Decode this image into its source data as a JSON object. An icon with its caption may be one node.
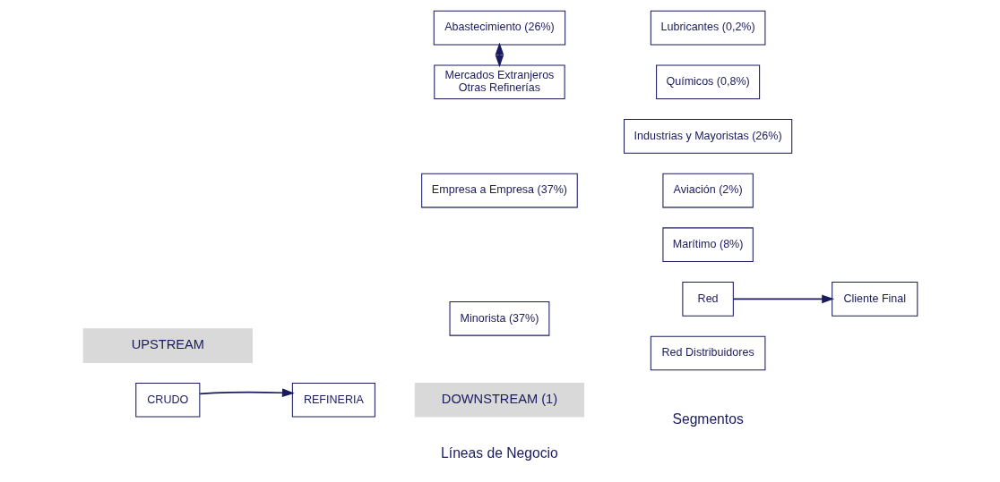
{
  "diagram": {
    "nodes": [
      {
        "text": [
          "UPSTREAM"
        ]
      },
      {
        "text": [
          "DOWNSTREAM (1)"
        ]
      },
      {
        "text": [
          "CRUDO"
        ]
      },
      {
        "text": [
          "REFINERIA"
        ]
      },
      {
        "text": [
          "Minorista (37%)"
        ]
      },
      {
        "text": [
          "Empresa a Empresa (37%)"
        ]
      },
      {
        "text": [
          "Abastecimiento (26%)"
        ]
      },
      {
        "text": [
          "Red"
        ]
      },
      {
        "text": [
          "Red Distribuidores"
        ]
      },
      {
        "text": [
          "Industrias y Mayoristas (26%)"
        ]
      },
      {
        "text": [
          "Aviación (2%)"
        ]
      },
      {
        "text": [
          "Marítimo (8%)"
        ]
      },
      {
        "text": [
          "Lubricantes (0,2%)"
        ]
      },
      {
        "text": [
          "Químicos (0,8%)"
        ]
      },
      {
        "text": [
          "Cliente Final"
        ]
      },
      {
        "text": [
          "Mercados Extranjeros",
          "Otras Refinerías"
        ]
      }
    ],
    "edges": [
      {
        "from": 2,
        "to": 3,
        "arrow": "to"
      },
      {
        "from": 7,
        "to": 14,
        "arrow": "to"
      },
      {
        "from": 6,
        "to": 15,
        "arrow": "both"
      }
    ],
    "labels": [
      "Líneas de Negocio",
      "Segmentos"
    ]
  }
}
